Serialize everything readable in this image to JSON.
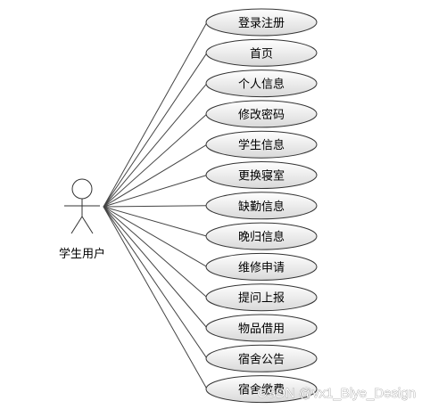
{
  "actor": {
    "label": "学生用户"
  },
  "use_cases": [
    "登录注册",
    "首页",
    "个人信息",
    "修改密码",
    "学生信息",
    "更换寝室",
    "缺勤信息",
    "晚归信息",
    "维修申请",
    "提问上报",
    "物品借用",
    "宿舍公告",
    "宿舍缴费"
  ],
  "watermark": "CSDN @vx1_Biye_Design",
  "colors": {
    "ellipse_top": "#ffffff",
    "ellipse_bottom": "#dcdcdc",
    "stroke": "#333333"
  }
}
